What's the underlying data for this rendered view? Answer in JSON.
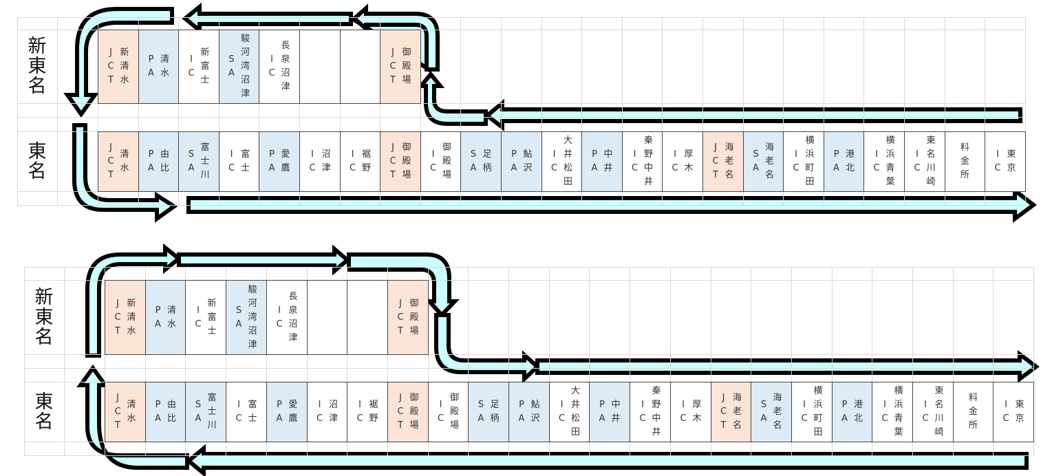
{
  "colors": {
    "jct": "#fce4d6",
    "sapa": "#ddebf7",
    "ic": "#ffffff",
    "arrow_fill": "#ccffff",
    "arrow_stroke": "#000000"
  },
  "diagrams": [
    {
      "id": "top",
      "route_description": "Tomei eastbound from Shimizu JCT merges onto Shin-Tomei at Gotemba JCT; Shin-Tomei westbound returns to Shin-Shimizu JCT then down to Tomei",
      "shin_tomei": {
        "label": "新東名",
        "stations": [
          {
            "type": "jct",
            "kind": "JCT",
            "name": "新清水"
          },
          {
            "type": "sapa",
            "kind": "PA",
            "name": "清水"
          },
          {
            "type": "ic",
            "kind": "IC",
            "name": "新富士"
          },
          {
            "type": "sapa",
            "kind": "SA",
            "name": "駿河湾沼津"
          },
          {
            "type": "ic",
            "kind": "IC",
            "name": "長泉沼津"
          },
          {
            "type": "blank",
            "kind": "",
            "name": ""
          },
          {
            "type": "blank",
            "kind": "",
            "name": ""
          },
          {
            "type": "jct",
            "kind": "JCT",
            "name": "御殿場"
          }
        ]
      },
      "tomei": {
        "label": "東名",
        "stations": [
          {
            "type": "jct",
            "kind": "JCT",
            "name": "清水"
          },
          {
            "type": "sapa",
            "kind": "PA",
            "name": "由比"
          },
          {
            "type": "sapa",
            "kind": "SA",
            "name": "富士川"
          },
          {
            "type": "ic",
            "kind": "IC",
            "name": "富士"
          },
          {
            "type": "sapa",
            "kind": "PA",
            "name": "愛鷹"
          },
          {
            "type": "ic",
            "kind": "IC",
            "name": "沼津"
          },
          {
            "type": "ic",
            "kind": "IC",
            "name": "裾野"
          },
          {
            "type": "jct",
            "kind": "JCT",
            "name": "御殿場"
          },
          {
            "type": "ic",
            "kind": "IC",
            "name": "御殿場"
          },
          {
            "type": "sapa",
            "kind": "SA",
            "name": "足柄"
          },
          {
            "type": "sapa",
            "kind": "PA",
            "name": "鮎沢"
          },
          {
            "type": "ic",
            "kind": "IC",
            "name": "大井松田"
          },
          {
            "type": "sapa",
            "kind": "PA",
            "name": "中井"
          },
          {
            "type": "ic",
            "kind": "IC",
            "name": "秦野中井"
          },
          {
            "type": "ic",
            "kind": "IC",
            "name": "厚木"
          },
          {
            "type": "jct",
            "kind": "JCT",
            "name": "海老名"
          },
          {
            "type": "sapa",
            "kind": "SA",
            "name": "海老名"
          },
          {
            "type": "ic",
            "kind": "IC",
            "name": "横浜町田"
          },
          {
            "type": "sapa",
            "kind": "PA",
            "name": "港北"
          },
          {
            "type": "ic",
            "kind": "IC",
            "name": "横浜青葉"
          },
          {
            "type": "ic",
            "kind": "IC",
            "name": "東名川崎"
          },
          {
            "type": "toll",
            "kind": "",
            "name": "料金所"
          },
          {
            "type": "ic",
            "kind": "IC",
            "name": "東京"
          }
        ]
      }
    },
    {
      "id": "bottom",
      "route_description": "Tomei westbound to Shimizu JCT up to Shin-Shimizu JCT, Shin-Tomei eastbound to Gotemba JCT, down to Tomei eastbound",
      "shin_tomei": {
        "label": "新東名",
        "stations": [
          {
            "type": "jct",
            "kind": "JCT",
            "name": "新清水"
          },
          {
            "type": "sapa",
            "kind": "PA",
            "name": "清水"
          },
          {
            "type": "ic",
            "kind": "IC",
            "name": "新富士"
          },
          {
            "type": "sapa",
            "kind": "SA",
            "name": "駿河湾沼津"
          },
          {
            "type": "ic",
            "kind": "IC",
            "name": "長泉沼津"
          },
          {
            "type": "blank",
            "kind": "",
            "name": ""
          },
          {
            "type": "blank",
            "kind": "",
            "name": ""
          },
          {
            "type": "jct",
            "kind": "JCT",
            "name": "御殿場"
          }
        ]
      },
      "tomei": {
        "label": "東名",
        "stations": [
          {
            "type": "jct",
            "kind": "JCT",
            "name": "清水"
          },
          {
            "type": "sapa",
            "kind": "PA",
            "name": "由比"
          },
          {
            "type": "sapa",
            "kind": "SA",
            "name": "富士川"
          },
          {
            "type": "ic",
            "kind": "IC",
            "name": "富士"
          },
          {
            "type": "sapa",
            "kind": "PA",
            "name": "愛鷹"
          },
          {
            "type": "ic",
            "kind": "IC",
            "name": "沼津"
          },
          {
            "type": "ic",
            "kind": "IC",
            "name": "裾野"
          },
          {
            "type": "jct",
            "kind": "JCT",
            "name": "御殿場"
          },
          {
            "type": "ic",
            "kind": "IC",
            "name": "御殿場"
          },
          {
            "type": "sapa",
            "kind": "SA",
            "name": "足柄"
          },
          {
            "type": "sapa",
            "kind": "PA",
            "name": "鮎沢"
          },
          {
            "type": "ic",
            "kind": "IC",
            "name": "大井松田"
          },
          {
            "type": "sapa",
            "kind": "PA",
            "name": "中井"
          },
          {
            "type": "ic",
            "kind": "IC",
            "name": "秦野中井"
          },
          {
            "type": "ic",
            "kind": "IC",
            "name": "厚木"
          },
          {
            "type": "jct",
            "kind": "JCT",
            "name": "海老名"
          },
          {
            "type": "sapa",
            "kind": "SA",
            "name": "海老名"
          },
          {
            "type": "ic",
            "kind": "IC",
            "name": "横浜町田"
          },
          {
            "type": "sapa",
            "kind": "PA",
            "name": "港北"
          },
          {
            "type": "ic",
            "kind": "IC",
            "name": "横浜青葉"
          },
          {
            "type": "ic",
            "kind": "IC",
            "name": "東名川崎"
          },
          {
            "type": "toll",
            "kind": "",
            "name": "料金所"
          },
          {
            "type": "ic",
            "kind": "IC",
            "name": "東京"
          }
        ]
      }
    }
  ]
}
